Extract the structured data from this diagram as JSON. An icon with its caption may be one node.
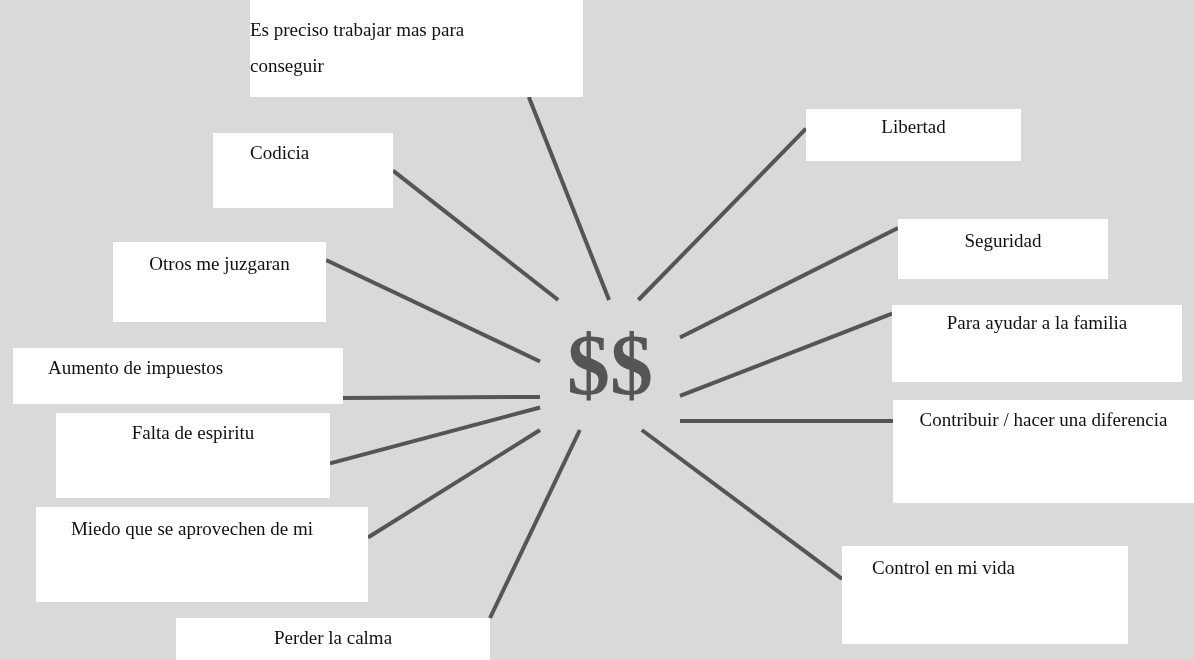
{
  "diagram": {
    "nodes": [
      {
        "text": [
          "$$"
        ]
      },
      {
        "text": [
          "Es preciso trabajar mas para conseguir"
        ]
      },
      {
        "text": [
          "Codicia"
        ]
      },
      {
        "text": [
          "Otros me juzgaran"
        ]
      },
      {
        "text": [
          "Libertad"
        ]
      },
      {
        "text": [
          "Seguridad"
        ]
      },
      {
        "text": [
          "Para ayudar a la familia"
        ]
      },
      {
        "text": [
          "Aumento de impuestos"
        ]
      },
      {
        "text": [
          "Contribuir / hacer una diferencia"
        ]
      },
      {
        "text": [
          "Falta de espiritu"
        ]
      },
      {
        "text": [
          "Miedo que se aprovechen de mi"
        ]
      },
      {
        "text": [
          "Control en mi vida"
        ]
      },
      {
        "text": [
          "Perder la calma"
        ]
      }
    ],
    "edges": [
      {
        "from": 0,
        "to": 1,
        "arrow": "none"
      },
      {
        "from": 0,
        "to": 2,
        "arrow": "none"
      },
      {
        "from": 0,
        "to": 3,
        "arrow": "none"
      },
      {
        "from": 0,
        "to": 4,
        "arrow": "none"
      },
      {
        "from": 0,
        "to": 5,
        "arrow": "none"
      },
      {
        "from": 0,
        "to": 6,
        "arrow": "none"
      },
      {
        "from": 0,
        "to": 7,
        "arrow": "none"
      },
      {
        "from": 0,
        "to": 8,
        "arrow": "none"
      },
      {
        "from": 0,
        "to": 9,
        "arrow": "none"
      },
      {
        "from": 0,
        "to": 10,
        "arrow": "none"
      },
      {
        "from": 0,
        "to": 11,
        "arrow": "none"
      },
      {
        "from": 0,
        "to": 12,
        "arrow": "none"
      }
    ]
  }
}
